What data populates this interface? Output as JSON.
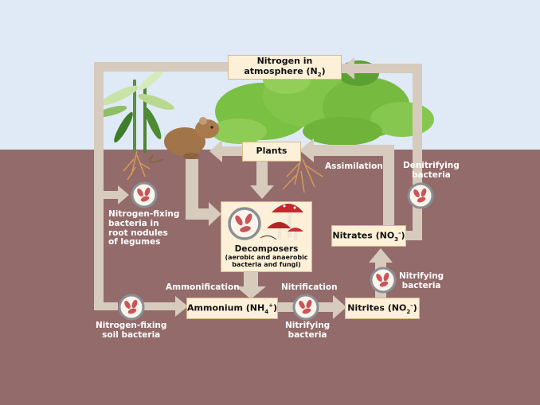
{
  "colors": {
    "sky": "#dfeaf6",
    "soil": "#936b6b",
    "arrow": "#d6cbbd",
    "box_fill": "#fdf0d8",
    "box_border": "#d9b98a",
    "bacteria": "#c9555a"
  },
  "boxes": {
    "atmosphere_line1": "Nitrogen in",
    "atmosphere_line2": "atmosphere (N",
    "atmosphere_sub": "2",
    "atmosphere_close": ")",
    "plants": "Plants",
    "decomposers_title": "Decomposers",
    "decomposers_note_1": "(aerobic and anaerobic",
    "decomposers_note_2": "bacteria and fungi)",
    "ammonium_text": "Ammonium (NH",
    "ammonium_sub": "4",
    "ammonium_sup": "+",
    "ammonium_close": ")",
    "nitrites_text": "Nitrites (NO",
    "nitrites_sub": "2",
    "nitrites_sup": "–",
    "nitrites_close": ")",
    "nitrates_text": "Nitrates (NO",
    "nitrates_sub": "3",
    "nitrates_sup": "–",
    "nitrates_close": ")"
  },
  "labels": {
    "assimilation": "Assimilation",
    "denitrifying_1": "Denitrifying",
    "denitrifying_2": "bacteria",
    "nodule_1": "Nitrogen-fixing",
    "nodule_2": "bacteria in",
    "nodule_3": "root nodules",
    "nodule_4": "of legumes",
    "soil_fixing_1": "Nitrogen-fixing",
    "soil_fixing_2": "soil bacteria",
    "ammonification": "Ammonification",
    "nitrification": "Nitrification",
    "nitrifying_a_1": "Nitrifying",
    "nitrifying_a_2": "bacteria",
    "nitrifying_b_1": "Nitrifying",
    "nitrifying_b_2": "bacteria"
  },
  "icons": [
    "bacteria-icon",
    "mouse-icon",
    "mushroom-icon",
    "bamboo-plant-icon",
    "leafy-plant-icon",
    "root-icon"
  ]
}
